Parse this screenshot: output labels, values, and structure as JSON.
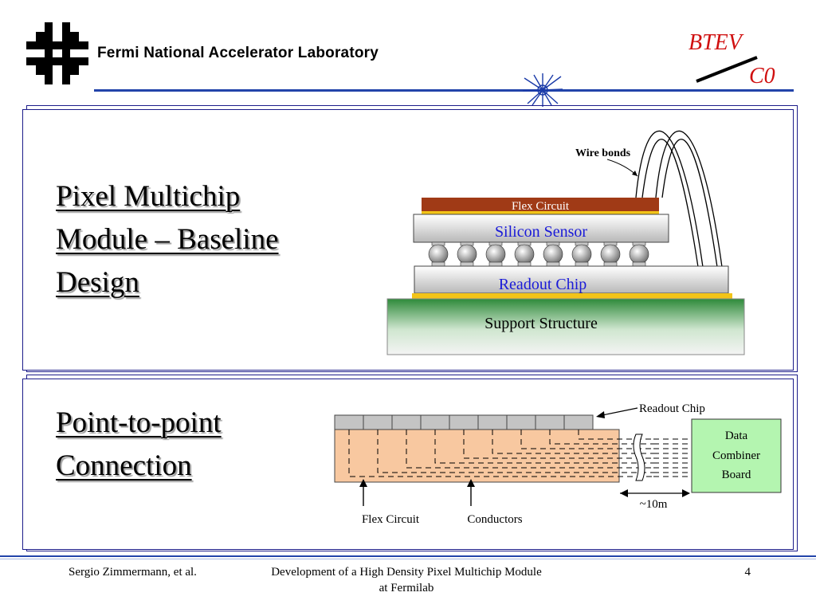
{
  "header": {
    "lab_name": "Fermi National Accelerator Laboratory",
    "logo_text": "BTeV C0",
    "logo_line1": "BTEV",
    "logo_line2": "C0"
  },
  "panel1": {
    "heading_lines": [
      "Pixel Multichip",
      "Module – Baseline",
      "Design"
    ],
    "diagram": {
      "wire_bonds_label": "Wire bonds",
      "flex_circuit_label": "Flex Circuit",
      "silicon_sensor_label": "Silicon Sensor",
      "readout_chip_label": "Readout Chip",
      "support_structure_label": "Support Structure"
    }
  },
  "panel2": {
    "heading_lines": [
      "Point-to-point",
      "Connection"
    ],
    "diagram": {
      "readout_chip_label": "Readout Chip",
      "data_combiner_label": "Data Combiner Board",
      "data_combiner_lines": [
        "Data",
        "Combiner",
        "Board"
      ],
      "distance_label": "~10m",
      "flex_circuit_label": "Flex Circuit",
      "conductors_label": "Conductors"
    }
  },
  "footer": {
    "author": "Sergio Zimmermann, et al.",
    "title": "Development of a High Density Pixel Multichip Module at Fermilab",
    "page": "4"
  },
  "colors": {
    "flex_circuit": "#a03a16",
    "support_green": "#2e8a3a",
    "sensor_text": "#1a1ad8",
    "flex_orange": "#f8c8a0",
    "dcb_green": "#b4f5b0",
    "btev_red": "#d01010",
    "rule_blue": "#2244aa"
  }
}
